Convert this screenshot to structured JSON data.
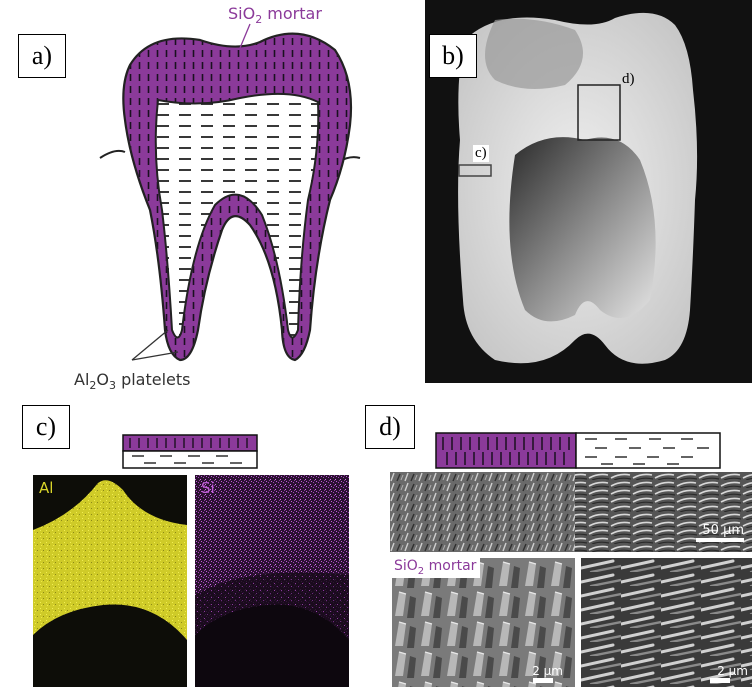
{
  "panels": {
    "a": {
      "label": "a)",
      "mortar_label": "SiO",
      "mortar_sub": "2",
      "mortar_suffix": " mortar",
      "platelets_label_a": "Al",
      "platelets_sub_a": "2",
      "platelets_label_b": "O",
      "platelets_sub_b": "3",
      "platelets_suffix": " platelets"
    },
    "b": {
      "label": "b)",
      "region_c": "c)",
      "region_d": "d)"
    },
    "c": {
      "label": "c)",
      "map_left_label": "Al",
      "map_right_label": "Si"
    },
    "d": {
      "label": "d)",
      "scalebar_top": "50 μm",
      "mortar_tag": "SiO",
      "mortar_tag_sub": "2",
      "mortar_tag_suffix": " mortar",
      "scalebar_left": "2 μm",
      "scalebar_right": "2 μm"
    }
  },
  "colors": {
    "purple": "#8b3a9a",
    "yellow": "#d9d52a",
    "magenta": "#b44fd0"
  }
}
